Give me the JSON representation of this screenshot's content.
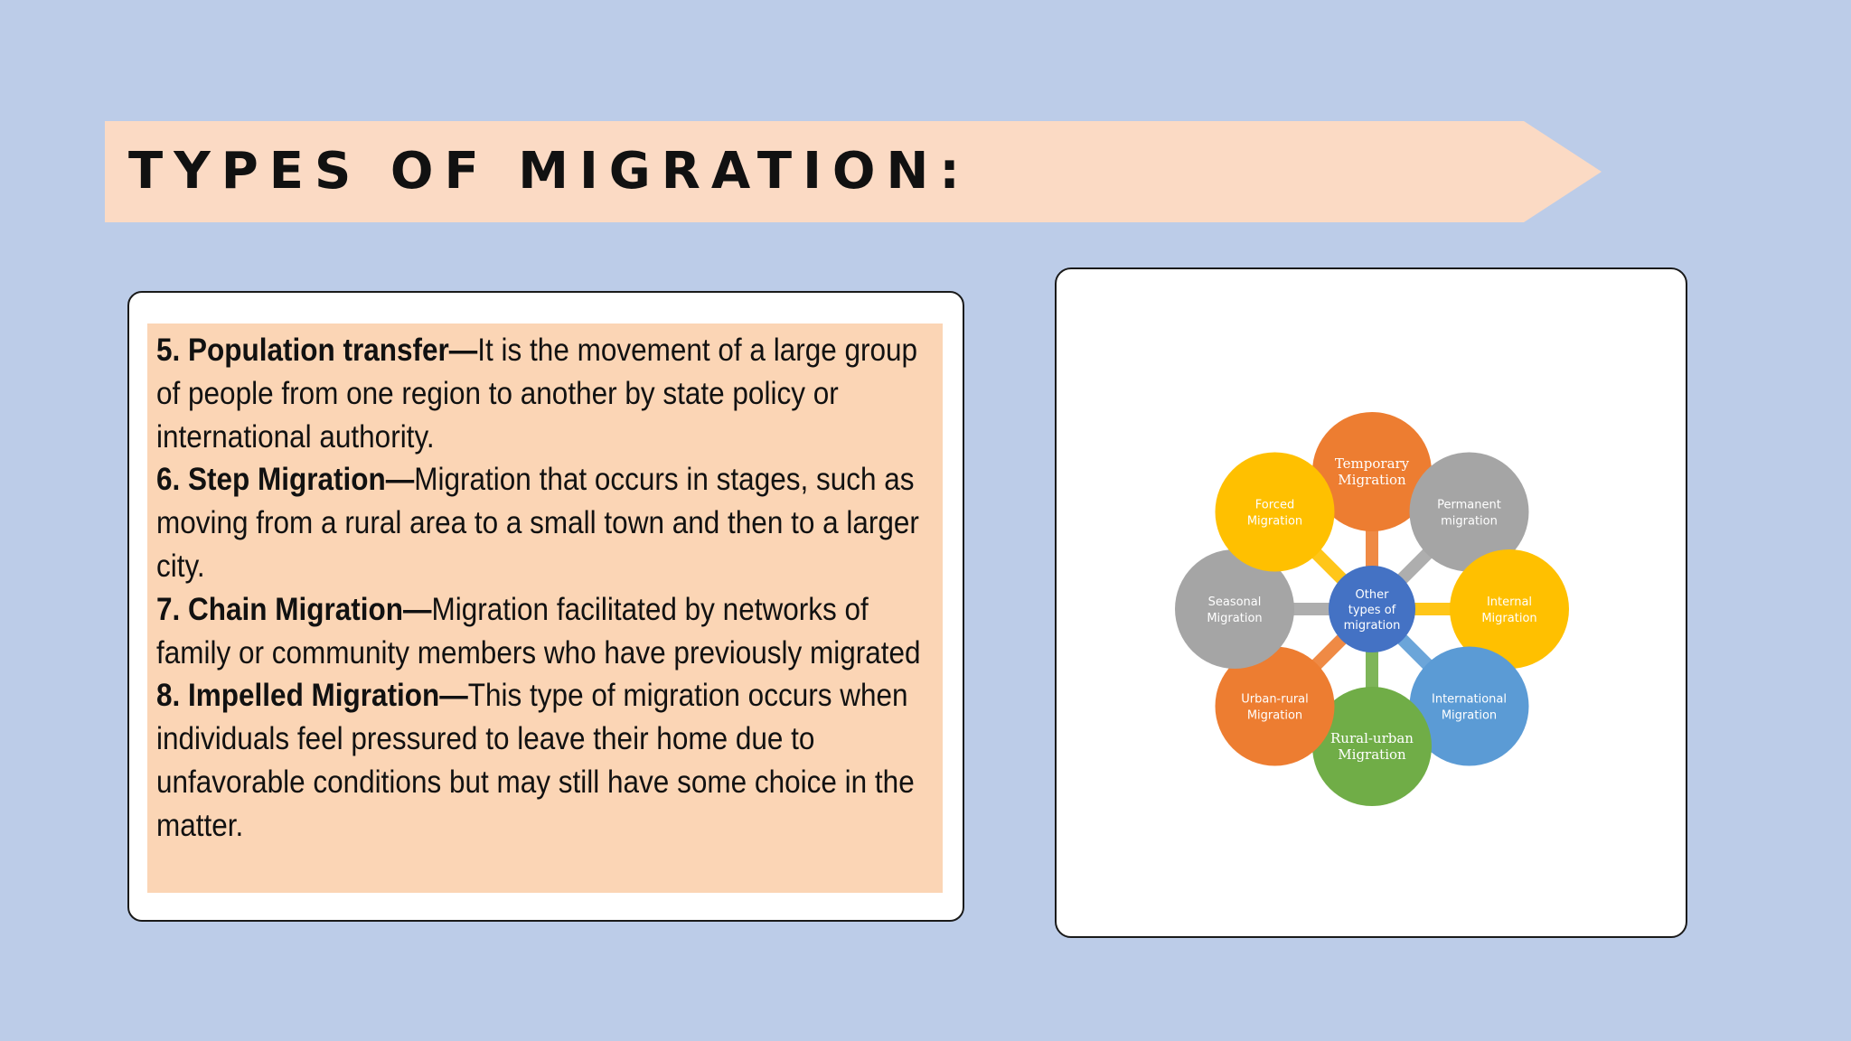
{
  "title": "TYPES OF MIGRATION:",
  "colors": {
    "background": "#bccce8",
    "banner": "#fbdac4",
    "text_panel": "#fbd5b5",
    "center_node": "#4472c4"
  },
  "items": [
    {
      "term": "5. Population transfer—",
      "description": "It is the movement of a large group of people from one region to another by state policy or international authority."
    },
    {
      "term": "6. Step Migration—",
      "description": "Migration that occurs in stages, such as moving from a rural area to a small town and then to a larger city."
    },
    {
      "term": "7. Chain Migration—",
      "description": "Migration facilitated by networks of family or community members who have previously migrated"
    },
    {
      "term": "8. Impelled Migration—",
      "description": "This type of migration occurs when individuals feel pressured to leave their home due to unfavorable conditions but may still have some choice in the matter."
    }
  ],
  "diagram": {
    "center": {
      "line1": "Other",
      "line2": "types of",
      "line3": "migration",
      "color": "#4472c4"
    },
    "nodes": [
      {
        "line1": "Temporary",
        "line2": "Migration",
        "color": "#ed7d31",
        "arrow_color": "#ed7d31"
      },
      {
        "line1": "Permanent",
        "line2": "migration",
        "color": "#a5a5a5",
        "arrow_color": "#a5a5a5"
      },
      {
        "line1": "Internal",
        "line2": "Migration",
        "color": "#ffc000",
        "arrow_color": "#ffc000"
      },
      {
        "line1": "International",
        "line2": "Migration",
        "color": "#5b9bd5",
        "arrow_color": "#5b9bd5"
      },
      {
        "line1": "Rural-urban",
        "line2": "Migration",
        "color": "#70ad47",
        "arrow_color": "#70ad47"
      },
      {
        "line1": "Urban-rural",
        "line2": "Migration",
        "color": "#ed7d31",
        "arrow_color": "#ed7d31"
      },
      {
        "line1": "Seasonal",
        "line2": "Migration",
        "color": "#a5a5a5",
        "arrow_color": "#a5a5a5"
      },
      {
        "line1": "Forced",
        "line2": "Migration",
        "color": "#ffc000",
        "arrow_color": "#ffc000"
      }
    ]
  }
}
